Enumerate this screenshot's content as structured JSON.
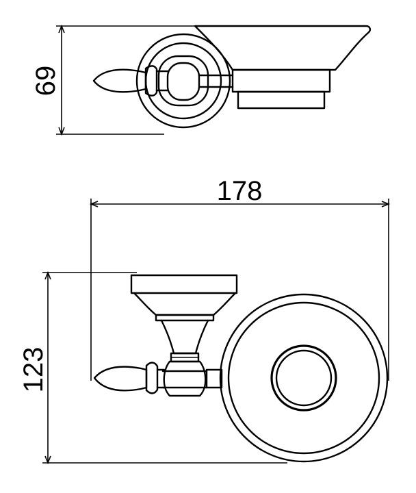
{
  "dimensions": {
    "height_top_view": "69",
    "width": "178",
    "height_front_view": "123"
  },
  "colors": {
    "stroke": "#000000",
    "background": "#ffffff"
  }
}
